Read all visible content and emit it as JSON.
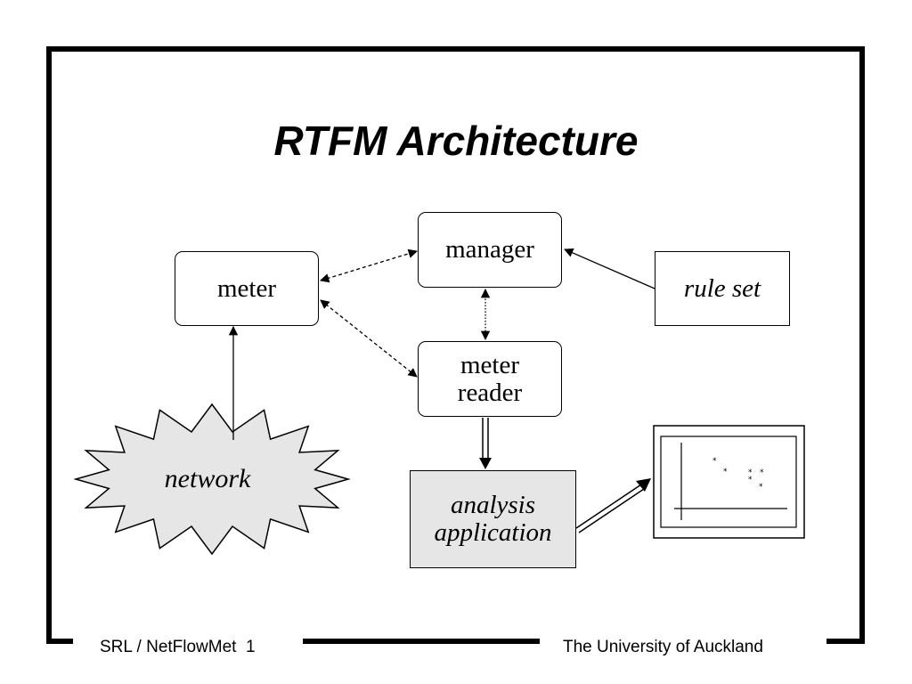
{
  "slide": {
    "title": "RTFM Architecture"
  },
  "nodes": {
    "meter": "meter",
    "manager": "manager",
    "rule_set": "rule set",
    "meter_reader_line1": "meter",
    "meter_reader_line2": "reader",
    "analysis_line1": "analysis",
    "analysis_line2": "application",
    "network": "network"
  },
  "colors": {
    "network_fill": "#e6e6e6",
    "analysis_fill": "#e6e6e6",
    "line": "#000000"
  },
  "footer": {
    "left": "SRL / NetFlowMet  1",
    "right": "The University of Auckland"
  }
}
